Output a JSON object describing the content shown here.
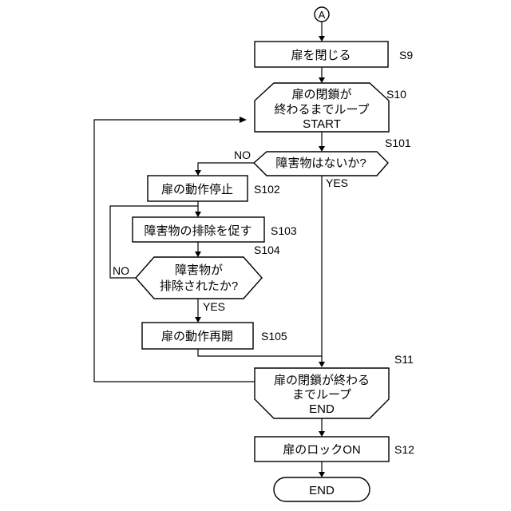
{
  "connector": "A",
  "nodes": {
    "s9": {
      "label": "扉を閉じる",
      "step": "S9"
    },
    "s10": {
      "lines": [
        "扉の閉鎖が",
        "終わるまでループ",
        "START"
      ],
      "step": "S10"
    },
    "s101": {
      "label": "障害物はないか?",
      "step": "S101",
      "no": "NO",
      "yes": "YES"
    },
    "s102": {
      "label": "扉の動作停止",
      "step": "S102"
    },
    "s103": {
      "label": "障害物の排除を促す",
      "step": "S103"
    },
    "s104": {
      "lines": [
        "障害物が",
        "排除されたか?"
      ],
      "step": "S104",
      "no": "NO",
      "yes": "YES"
    },
    "s105": {
      "label": "扉の動作再開",
      "step": "S105"
    },
    "s11": {
      "lines": [
        "扉の閉鎖が終わる",
        "までループ",
        "END"
      ],
      "step": "S11"
    },
    "s12": {
      "label": "扉のロックON",
      "step": "S12"
    },
    "end": {
      "label": "END"
    }
  }
}
